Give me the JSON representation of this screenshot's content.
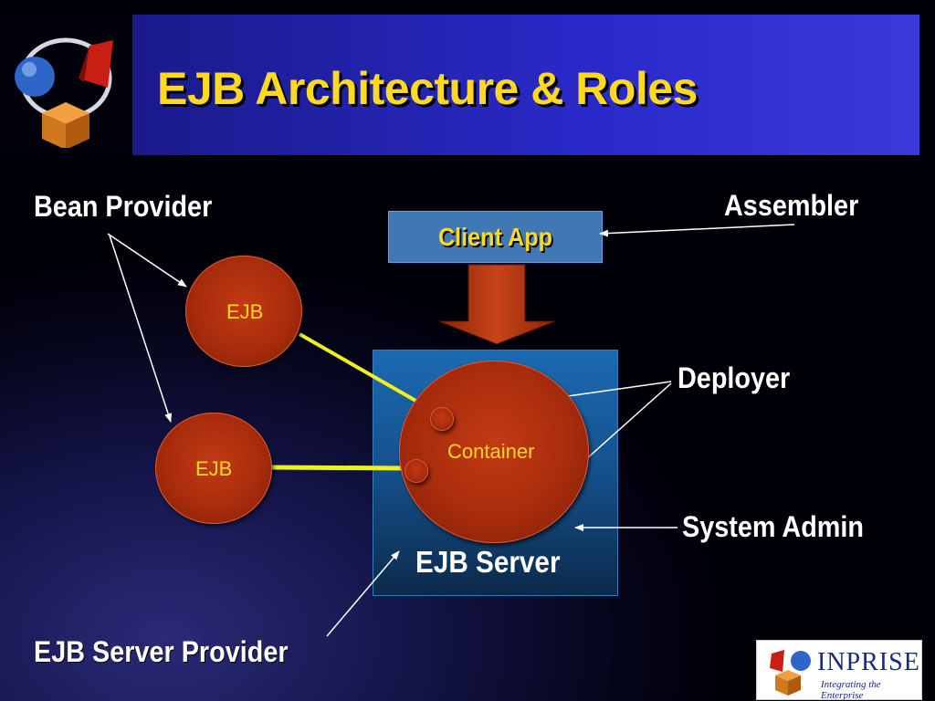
{
  "slide": {
    "title": "EJB Architecture & Roles"
  },
  "roles": {
    "bean_provider": "Bean Provider",
    "assembler": "Assembler",
    "deployer": "Deployer",
    "system_admin": "System Admin",
    "server_provider": "EJB Server Provider"
  },
  "diagram": {
    "client_app": "Client App",
    "ejb_1": "EJB",
    "ejb_2": "EJB",
    "container": "Container",
    "server": "EJB Server"
  },
  "logo": {
    "brand": "INPRISE",
    "tagline": "Integrating the Enterprise"
  },
  "colors": {
    "title": "#ffd820",
    "title_bar": "#2a2acc",
    "bean": "#a82c0c",
    "connector": "#f0f020",
    "server_box": "#1b6ab2"
  }
}
